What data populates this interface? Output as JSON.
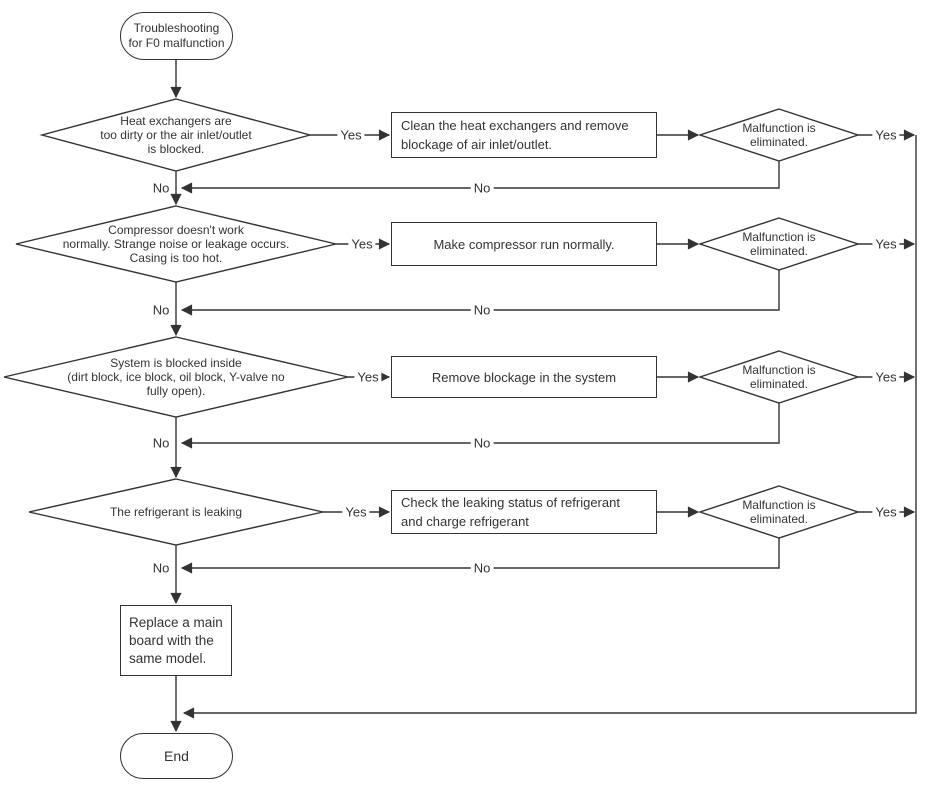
{
  "start": {
    "label": "Troubleshooting\nfor F0 malfunction"
  },
  "labels": {
    "yes": "Yes",
    "no": "No"
  },
  "rows": [
    {
      "condition": "Heat exchangers are\ntoo dirty or the air inlet/outlet\nis blocked.",
      "action": "Clean the heat exchangers and remove\nblockage of air inlet/outlet.",
      "check": "Malfunction is\neliminated."
    },
    {
      "condition": "Compressor doesn't work\nnormally. Strange noise or leakage occurs.\nCasing is too hot.",
      "action": "Make compressor run normally.",
      "check": "Malfunction is\neliminated."
    },
    {
      "condition": "System is blocked inside\n(dirt block, ice block, oil block, Y-valve no\nfully open).",
      "action": "Remove blockage in the system",
      "check": "Malfunction is\neliminated."
    },
    {
      "condition": "The refrigerant is leaking",
      "action": "Check the leaking status of refrigerant\nand charge refrigerant",
      "check": "Malfunction is\neliminated."
    }
  ],
  "fallback": {
    "label": "Replace a main\nboard with the\nsame model."
  },
  "end": {
    "label": "End"
  },
  "colors": {
    "line": "#333333",
    "background": "#ffffff",
    "text": "#333333"
  }
}
